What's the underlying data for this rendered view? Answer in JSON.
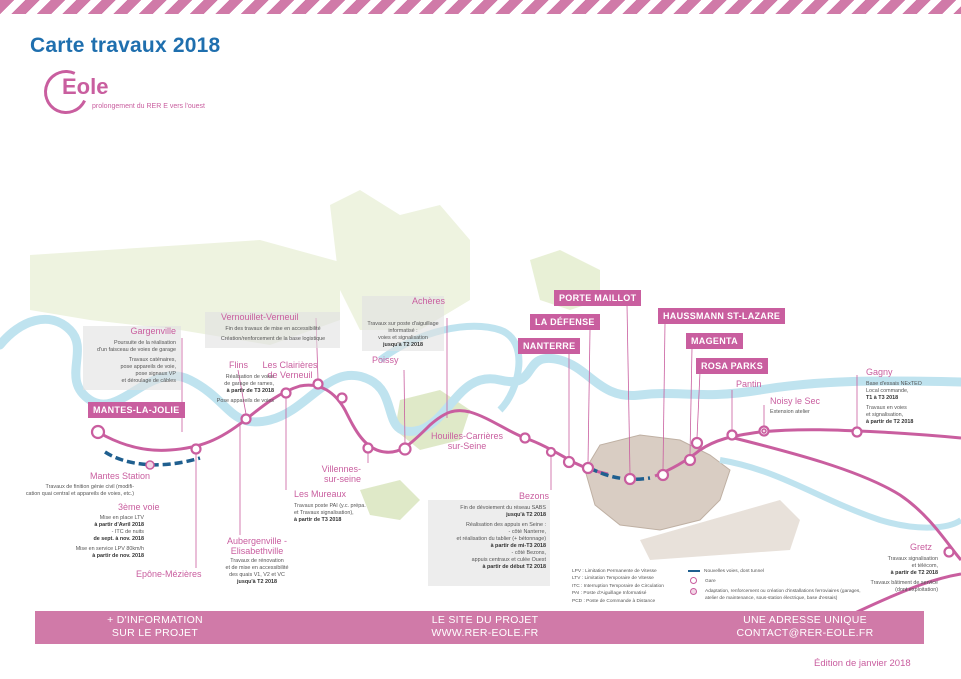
{
  "title": "Carte travaux 2018",
  "logo": {
    "word": "Eole",
    "subtitle": "prolongement du RER E vers l'ouest"
  },
  "stations": {
    "mantes_la_jolie": "MANTES-LA-JOLIE",
    "gargenville": "Gargenville",
    "flins": "Flins",
    "vernouillet": "Vernouillet-Verneuil",
    "clairieres_line1": "Les Clairières",
    "clairieres_line2": "de Verneuil",
    "acheres": "Achères",
    "poissy": "Poissy",
    "villennes_line1": "Villennes-",
    "villennes_line2": "sur-seine",
    "houilles_line1": "Houilles-Carrières",
    "houilles_line2": "sur-Seine",
    "les_mureaux": "Les Mureaux",
    "bezons": "Bezons",
    "mantes_station": "Mantes Station",
    "troisieme_voie": "3ème voie",
    "aubergenville_line1": "Aubergenville -",
    "aubergenville_line2": "Elisabethville",
    "epone": "Epône-Mézières",
    "porte_maillot": "PORTE MAILLOT",
    "la_defense": "LA DÉFENSE",
    "nanterre": "NANTERRE",
    "haussmann": "HAUSSMANN ST-LAZARE",
    "magenta": "MAGENTA",
    "rosa_parks": "ROSA PARKS",
    "pantin": "Pantin",
    "noisy": "Noisy le Sec",
    "gagny": "Gagny",
    "gretz": "Gretz"
  },
  "notes": {
    "gargenville": [
      "Poursuite de la réalisation",
      "d'un faisceau de voies de garage",
      "Travaux caténaires,",
      "pose appareils de voie,",
      "pose signaux VP",
      "et déroulage de câbles"
    ],
    "flins": [
      "Réalisation de voies",
      "de garage de rames,",
      "à partir de T3 2018",
      "Pose appareils de voies"
    ],
    "vernouillet": [
      "Fin des travaux de mise en accessibilité",
      "Création/renforcement de la base logistique"
    ],
    "acheres": [
      "Travaux sur poste d'aiguillage",
      "informatisé :",
      "voies et signalisation",
      "jusqu'à T2 2018"
    ],
    "mantes_station": [
      "Travaux de finition génie civil (modifi-",
      "cation quai central et appareils de voies, etc.)"
    ],
    "troisieme_voie": [
      "Mise en place LTV",
      "à partir d'Avril 2018",
      "- ITC de nuits",
      "de sept. à nov. 2018",
      "Mise en service LPV 80km/h",
      "à partir de nov. 2018"
    ],
    "aubergenville": [
      "Travaux de rénovation",
      "et de mise en accessibilité",
      "des quais V1, V2 et VC",
      "jusqu'à T2 2018"
    ],
    "les_mureaux": [
      "Travaux poste PAI (y.c. prépa.",
      "et Travaux signalisation),",
      "à partir de T3 2018"
    ],
    "bezons": [
      "Fin de dévoiement du réseau SABS",
      "jusqu'à T2 2018",
      "Réalisation des appuis en Seine :",
      "- côté Nanterre,",
      "et réalisation du tablier (+ bétonnage)",
      "à partir de mi-T3 2018",
      "- côté Bezons,",
      "appuis centraux et culée Ouest",
      "à partir de début T2 2018"
    ],
    "pantin": [
      "Extension atelier"
    ],
    "gagny": [
      "Base d'essais NExTEO",
      "Local commande,",
      "T1 à T3 2018",
      "Travaux en voies",
      "et signalisation,",
      "à partir de T2 2018"
    ],
    "gretz": [
      "Travaux signalisation",
      "et télécom,",
      "à partir de T2 2018",
      "Travaux bâtiment de service",
      "(dont exploitation)"
    ]
  },
  "legend": {
    "abbrev": [
      "LPV : Limitation Permanente de Vitesse",
      "LTV : Limitation Temporaire de Vitesse",
      "ITC : Interruption Temporaire de Circulation",
      "PAI : Poste d'Aiguillage Informatisé",
      "PCD : Poste de Commande à Distance"
    ],
    "new_track": "Nouvelles voies, dont tunnel",
    "station": "Gare",
    "adaptation": "Adaptation, renforcement ou création d'installations ferroviaires (garages, atelier de maintenance, sous-station électrique, base d'essais)"
  },
  "footer": {
    "info_line1": "+ D'INFORMATION",
    "info_line2": "SUR LE PROJET",
    "site_line1": "LE SITE DU PROJET",
    "site_line2": "WWW.RER-EOLE.FR",
    "contact_line1": "UNE ADRESSE UNIQUE",
    "contact_line2": "CONTACT@RER-EOLE.FR"
  },
  "edition": "Édition de janvier 2018",
  "colors": {
    "line": "#c95e9f",
    "river": "#bfe3ef",
    "new_track": "#1f5f8f",
    "title": "#1f6fae",
    "green": "#e8f0d6",
    "paris": "#d9cdc3"
  }
}
